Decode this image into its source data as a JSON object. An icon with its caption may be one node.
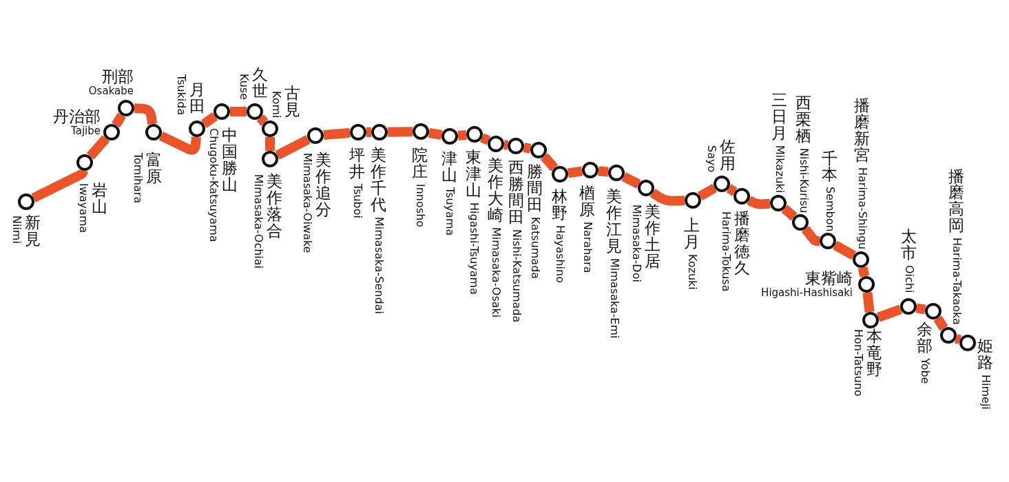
{
  "diagram": {
    "nodes": [
      {
        "text": [],
        "shape": "circle",
        "beside": [
          "新見",
          "Niimi"
        ]
      },
      {
        "text": [],
        "shape": "circle",
        "beside": [
          "岩山",
          "Iwayama"
        ]
      },
      {
        "text": [],
        "shape": "circle",
        "beside": [
          "丹治部",
          "Tajibe"
        ]
      },
      {
        "text": [],
        "shape": "circle",
        "beside": [
          "刑部",
          "Osakabe"
        ]
      },
      {
        "text": [],
        "shape": "circle",
        "beside": [
          "富原",
          "Tomihara"
        ]
      },
      {
        "text": [],
        "shape": "circle",
        "beside": [
          "月田",
          "Tsukida"
        ]
      },
      {
        "text": [],
        "shape": "circle",
        "beside": [
          "中国勝山",
          "Chugoku-Katsuyama"
        ]
      },
      {
        "text": [],
        "shape": "circle",
        "beside": [
          "久世",
          "Kuse"
        ]
      },
      {
        "text": [],
        "shape": "circle",
        "beside": [
          "古見",
          "Komi"
        ]
      },
      {
        "text": [],
        "shape": "circle",
        "beside": [
          "美作落合",
          "Mimasaka-Ochiai"
        ]
      },
      {
        "text": [],
        "shape": "circle",
        "beside": [
          "美作追分",
          "Mimasaka-Oiwake"
        ]
      },
      {
        "text": [],
        "shape": "circle",
        "beside": [
          "坪井",
          "Tsuboi"
        ]
      },
      {
        "text": [],
        "shape": "circle",
        "beside": [
          "美作千代",
          "Mimasaka-Sendai"
        ]
      },
      {
        "text": [],
        "shape": "circle",
        "beside": [
          "院庄",
          "Innosho"
        ]
      },
      {
        "text": [],
        "shape": "circle",
        "beside": [
          "津山",
          "Tsuyama"
        ]
      },
      {
        "text": [],
        "shape": "circle",
        "beside": [
          "東津山",
          "Higashi-Tsuyama"
        ]
      },
      {
        "text": [],
        "shape": "circle",
        "beside": [
          "美作大崎",
          "Mimasaka-Osaki"
        ]
      },
      {
        "text": [],
        "shape": "circle",
        "beside": [
          "西勝間田",
          "Nishi-Katsumada"
        ]
      },
      {
        "text": [],
        "shape": "circle",
        "beside": [
          "勝間田",
          "Katsumada"
        ]
      },
      {
        "text": [],
        "shape": "circle",
        "beside": [
          "林野",
          "Hayashino"
        ]
      },
      {
        "text": [],
        "shape": "circle",
        "beside": [
          "楢原",
          "Narahara"
        ]
      },
      {
        "text": [],
        "shape": "circle",
        "beside": [
          "美作江見",
          "Mimasaka-Emi"
        ]
      },
      {
        "text": [],
        "shape": "circle",
        "beside": [
          "美作土居",
          "Mimasaka-Doi"
        ]
      },
      {
        "text": [],
        "shape": "circle",
        "beside": [
          "上月",
          "Kozuki"
        ]
      },
      {
        "text": [],
        "shape": "circle",
        "beside": [
          "佐用",
          "Sayo"
        ]
      },
      {
        "text": [],
        "shape": "circle",
        "beside": [
          "播磨徳久",
          "Harima-Tokusa"
        ]
      },
      {
        "text": [],
        "shape": "circle",
        "beside": [
          "三日月",
          "Mikazuki"
        ]
      },
      {
        "text": [],
        "shape": "circle",
        "beside": [
          "西栗栖",
          "Nishi-Kurisu"
        ]
      },
      {
        "text": [],
        "shape": "circle",
        "beside": [
          "千本",
          "Sembon"
        ]
      },
      {
        "text": [],
        "shape": "circle",
        "beside": [
          "播磨新宮",
          "Harima-Shingu"
        ]
      },
      {
        "text": [],
        "shape": "circle",
        "beside": [
          "東觜崎",
          "Higashi-Hashisaki"
        ]
      },
      {
        "text": [],
        "shape": "circle",
        "beside": [
          "本竜野",
          "Hon-Tatsuno"
        ]
      },
      {
        "text": [],
        "shape": "circle",
        "beside": [
          "太市",
          "Oichi"
        ]
      },
      {
        "text": [],
        "shape": "circle",
        "beside": [
          "余部",
          "Yobe"
        ]
      },
      {
        "text": [],
        "shape": "circle",
        "beside": [
          "播磨高岡",
          "Harima-Takaoka"
        ]
      },
      {
        "text": [],
        "shape": "circle",
        "beside": [
          "姫路",
          "Himeji"
        ]
      }
    ],
    "edges": [
      {
        "from": 0,
        "to": 1,
        "arrow": "none"
      },
      {
        "from": 1,
        "to": 2,
        "arrow": "none"
      },
      {
        "from": 2,
        "to": 3,
        "arrow": "none"
      },
      {
        "from": 3,
        "to": 4,
        "arrow": "none"
      },
      {
        "from": 4,
        "to": 5,
        "arrow": "none"
      },
      {
        "from": 5,
        "to": 6,
        "arrow": "none"
      },
      {
        "from": 6,
        "to": 7,
        "arrow": "none"
      },
      {
        "from": 7,
        "to": 8,
        "arrow": "none"
      },
      {
        "from": 8,
        "to": 9,
        "arrow": "none"
      },
      {
        "from": 9,
        "to": 10,
        "arrow": "none"
      },
      {
        "from": 10,
        "to": 11,
        "arrow": "none"
      },
      {
        "from": 11,
        "to": 12,
        "arrow": "none"
      },
      {
        "from": 12,
        "to": 13,
        "arrow": "none"
      },
      {
        "from": 13,
        "to": 14,
        "arrow": "none"
      },
      {
        "from": 14,
        "to": 15,
        "arrow": "none"
      },
      {
        "from": 15,
        "to": 16,
        "arrow": "none"
      },
      {
        "from": 16,
        "to": 17,
        "arrow": "none"
      },
      {
        "from": 17,
        "to": 18,
        "arrow": "none"
      },
      {
        "from": 18,
        "to": 19,
        "arrow": "none"
      },
      {
        "from": 19,
        "to": 20,
        "arrow": "none"
      },
      {
        "from": 20,
        "to": 21,
        "arrow": "none"
      },
      {
        "from": 21,
        "to": 22,
        "arrow": "none"
      },
      {
        "from": 22,
        "to": 23,
        "arrow": "none"
      },
      {
        "from": 23,
        "to": 24,
        "arrow": "none"
      },
      {
        "from": 24,
        "to": 25,
        "arrow": "none"
      },
      {
        "from": 25,
        "to": 26,
        "arrow": "none"
      },
      {
        "from": 26,
        "to": 27,
        "arrow": "none"
      },
      {
        "from": 27,
        "to": 28,
        "arrow": "none"
      },
      {
        "from": 28,
        "to": 29,
        "arrow": "none"
      },
      {
        "from": 29,
        "to": 30,
        "arrow": "none"
      },
      {
        "from": 30,
        "to": 31,
        "arrow": "none"
      },
      {
        "from": 31,
        "to": 32,
        "arrow": "none"
      },
      {
        "from": 32,
        "to": 33,
        "arrow": "none"
      },
      {
        "from": 33,
        "to": 34,
        "arrow": "none"
      },
      {
        "from": 34,
        "to": 35,
        "arrow": "none"
      }
    ]
  }
}
